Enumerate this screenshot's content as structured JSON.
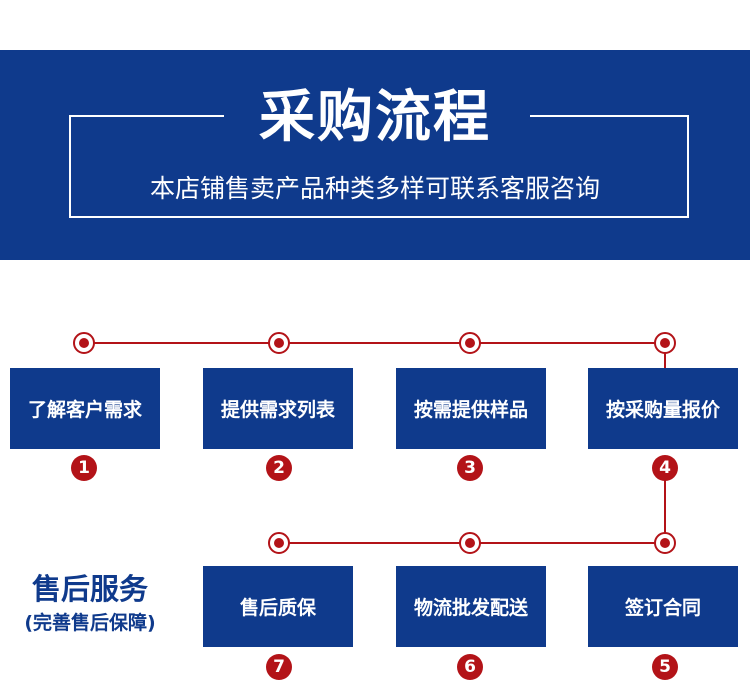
{
  "header": {
    "title": "采购流程",
    "subtitle": "本店铺售卖产品种类多样可联系客服咨询"
  },
  "steps": [
    {
      "label": "了解客户需求",
      "num": "1"
    },
    {
      "label": "提供需求列表",
      "num": "2"
    },
    {
      "label": "按需提供样品",
      "num": "3"
    },
    {
      "label": "按采购量报价",
      "num": "4"
    },
    {
      "label": "签订合同",
      "num": "5"
    },
    {
      "label": "物流批发配送",
      "num": "6"
    },
    {
      "label": "售后质保",
      "num": "7"
    }
  ],
  "aftersale": {
    "title": "售后服务",
    "subtitle": "(完善售后保障)"
  },
  "colors": {
    "primary_blue": "#0f3a8c",
    "accent_red": "#b31318",
    "background": "#ffffff"
  }
}
